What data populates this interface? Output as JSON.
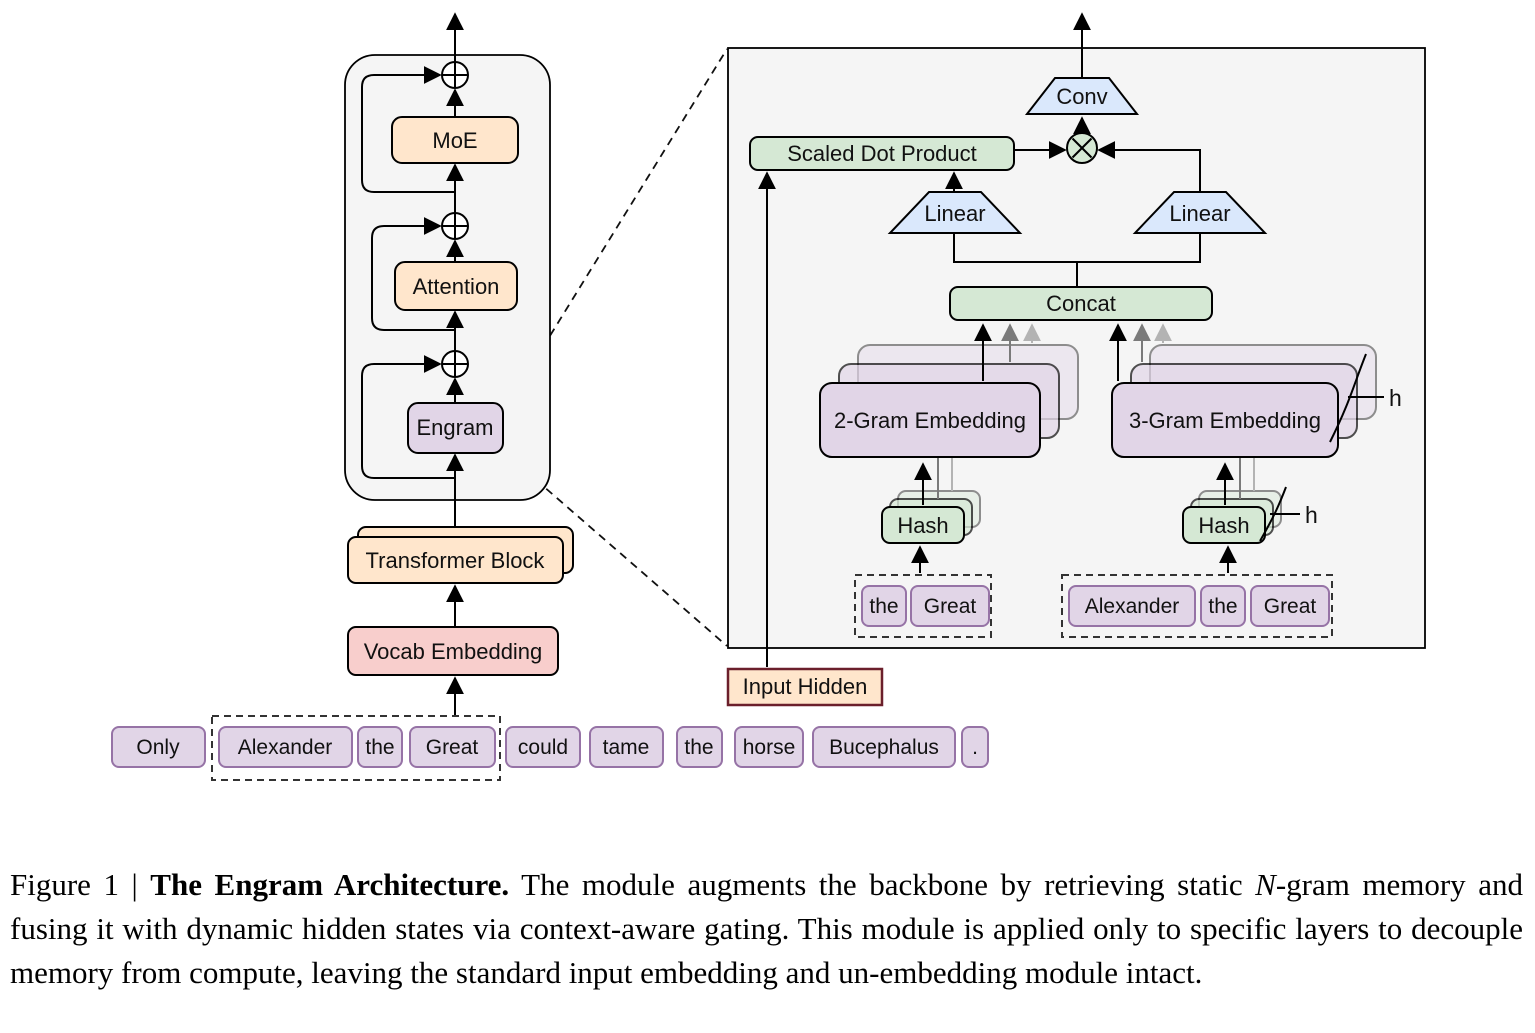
{
  "figure": {
    "backbone": {
      "moe": "MoE",
      "attention": "Attention",
      "engram": "Engram",
      "transformer_block": "Transformer Block",
      "vocab_embedding": "Vocab Embedding"
    },
    "tokens": [
      "Only",
      "Alexander",
      "the",
      "Great",
      "could",
      "tame",
      "the",
      "horse",
      "Bucephalus",
      "."
    ],
    "engram_detail": {
      "conv": "Conv",
      "scaled_dot_product": "Scaled Dot Product",
      "linear": "Linear",
      "concat": "Concat",
      "gram2": "2-Gram Embedding",
      "gram3": "3-Gram Embedding",
      "hash": "Hash",
      "heads_label": "h",
      "bigram_tokens": [
        "the",
        "Great"
      ],
      "trigram_tokens": [
        "Alexander",
        "the",
        "Great"
      ],
      "input_hidden": "Input Hidden"
    }
  },
  "caption": {
    "prefix": "Figure 1 | ",
    "title": "The Engram Architecture.",
    "body_1": " The module augments the backbone by retrieving static ",
    "n_italic": "N",
    "body_2": "-gram memory and fusing it with dynamic hidden states via context-aware gating. This module is applied only to specific layers to decouple memory from compute, leaving the standard input embedding and un-embedding module intact."
  },
  "colors": {
    "orange_fill": "#ffe6cc",
    "pink_fill": "#f8cecc",
    "purple_fill": "#e1d5e7",
    "green_fill": "#d5e8d4",
    "blue_fill": "#dae8fc",
    "panel_fill": "#f5f5f5",
    "token_border": "#9673a6",
    "input_hidden_border": "#6b1f2b"
  }
}
